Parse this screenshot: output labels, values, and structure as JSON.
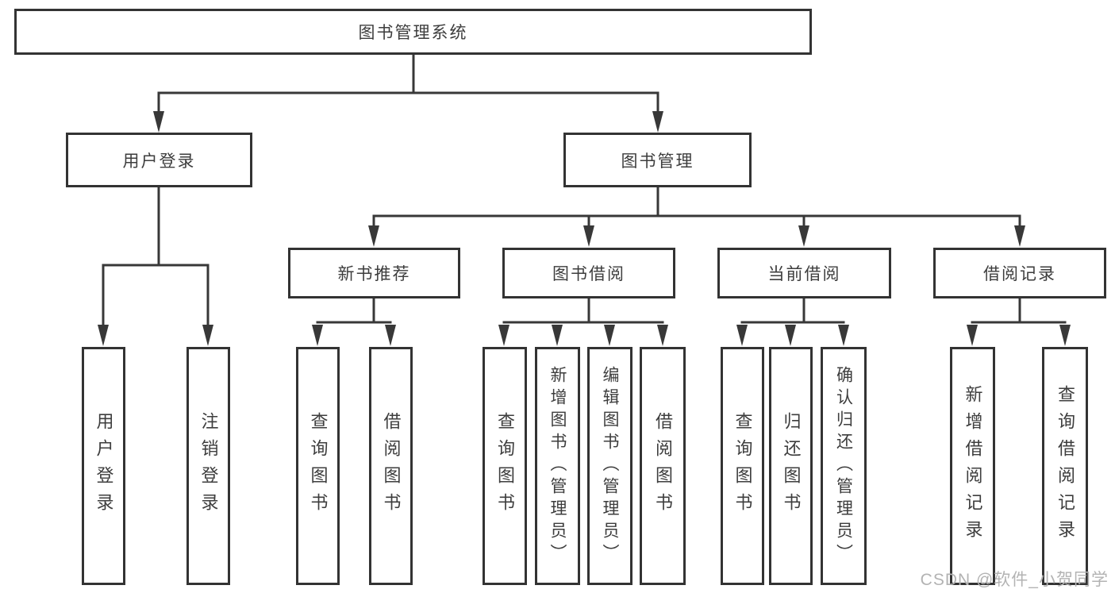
{
  "diagram": {
    "root": {
      "label": "图书管理系统"
    },
    "level2": {
      "user_login": {
        "label": "用户登录"
      },
      "book_mgmt": {
        "label": "图书管理"
      }
    },
    "level3": {
      "new_books": {
        "label": "新书推荐"
      },
      "borrow": {
        "label": "图书借阅"
      },
      "current": {
        "label": "当前借阅"
      },
      "records": {
        "label": "借阅记录"
      }
    },
    "leaves": {
      "user_login": [
        "用户登录",
        "注销登录"
      ],
      "new_books": [
        "查询图书",
        "借阅图书"
      ],
      "borrow": [
        "查询图书",
        "新增图书（管理员）",
        "编辑图书（管理员）",
        "借阅图书"
      ],
      "current": [
        "查询图书",
        "归还图书",
        "确认归还（管理员）"
      ],
      "records": [
        "新增借阅记录",
        "查询借阅记录"
      ]
    },
    "watermark": "CSDN @软件_小贺同学",
    "colors": {
      "line": "#383838",
      "border": "#333333",
      "text": "#3d3d3d",
      "watermark": "#b3b3b3",
      "background": "#ffffff"
    }
  }
}
